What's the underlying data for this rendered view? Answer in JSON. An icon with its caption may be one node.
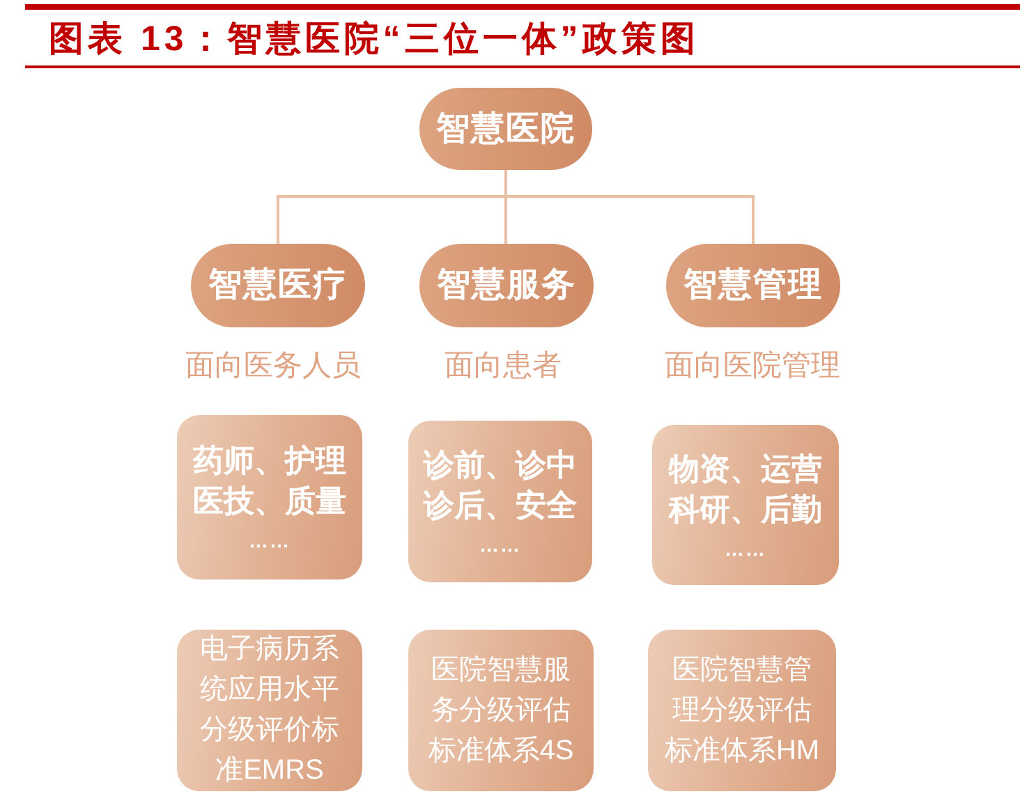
{
  "diagram": {
    "title": "图表 13：智慧医院“三位一体”政策图",
    "nodes": [
      {
        "text": [
          "智慧医院"
        ]
      },
      {
        "text": [
          "智慧医疗"
        ],
        "beside": [
          "面向医务人员"
        ]
      },
      {
        "text": [
          "智慧服务"
        ],
        "beside": [
          "面向患者"
        ]
      },
      {
        "text": [
          "智慧管理"
        ],
        "beside": [
          "面向医院管理"
        ]
      },
      {
        "text": [
          "药师、护理医技、质量",
          "……"
        ]
      },
      {
        "text": [
          "诊前、诊中诊后、安全",
          "……"
        ]
      },
      {
        "text": [
          "物资、运营科研、后勤",
          "……"
        ]
      },
      {
        "text": [
          "电子病历系统应用水平分级评价标准EMRS"
        ]
      },
      {
        "text": [
          "医院智慧服务分级评估标准体系4S"
        ]
      },
      {
        "text": [
          "医院智慧管理分级评估标准体系HM"
        ]
      }
    ],
    "edges": [
      {
        "from": 0,
        "to": 1,
        "arrow": "none"
      },
      {
        "from": 0,
        "to": 2,
        "arrow": "none"
      },
      {
        "from": 0,
        "to": 3,
        "arrow": "none"
      }
    ]
  }
}
